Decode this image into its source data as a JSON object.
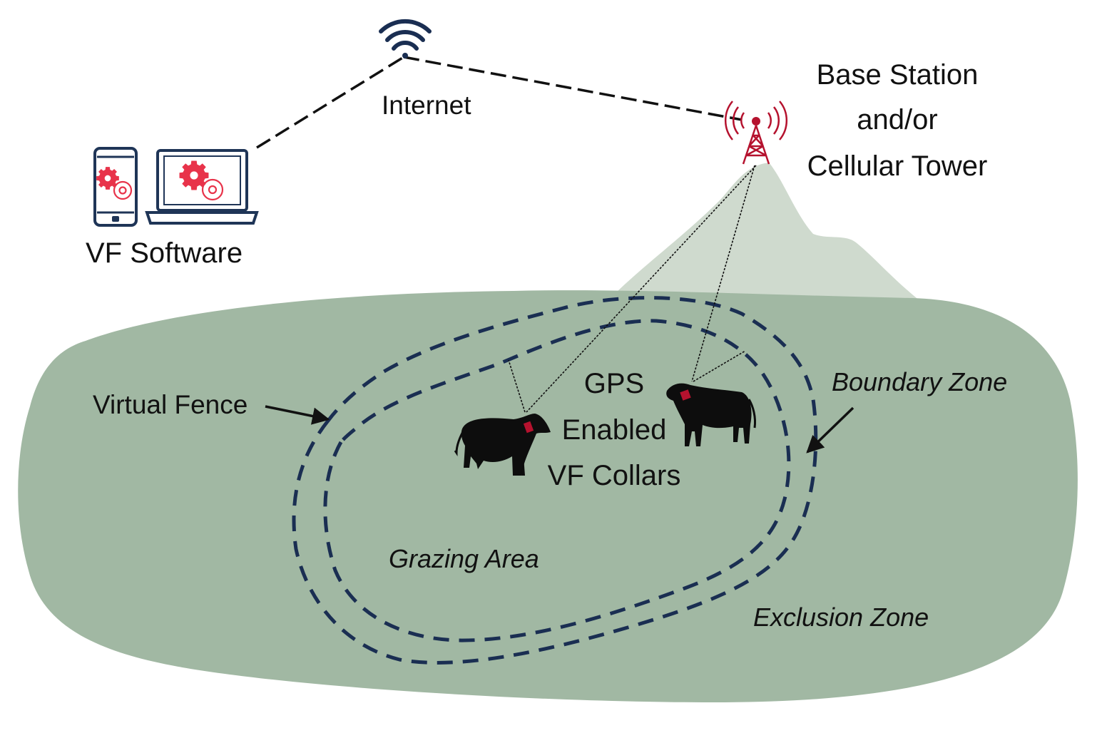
{
  "labels": {
    "internet": "Internet",
    "base_station_line1": "Base Station",
    "base_station_line2": "and/or",
    "base_station_line3": "Cellular Tower",
    "vf_software": "VF Software",
    "gps_line1": "GPS",
    "gps_line2": "Enabled",
    "gps_line3": "VF Collars",
    "virtual_fence": "Virtual Fence",
    "boundary_zone": "Boundary Zone",
    "grazing_area": "Grazing Area",
    "exclusion_zone": "Exclusion Zone"
  },
  "icons": {
    "wifi": "wifi-icon",
    "tower": "cell-tower-icon",
    "phone": "smartphone-icon",
    "laptop": "laptop-icon",
    "gear": "gear-icon",
    "cow": "cow-icon",
    "collar": "gps-collar-icon"
  },
  "colors": {
    "pasture": "#a1b8a3",
    "mountain": "#cfdace",
    "fence": "#1a2e52",
    "tower": "#b5122e",
    "gear": "#e8334a",
    "device": "#1f3557",
    "cow": "#0d0d0d",
    "collar": "#b5122e"
  }
}
